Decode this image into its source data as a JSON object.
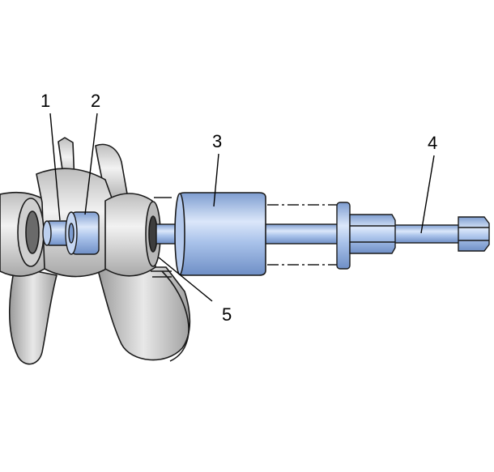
{
  "callouts": [
    {
      "id": "1",
      "label": "1"
    },
    {
      "id": "2",
      "label": "2"
    },
    {
      "id": "3",
      "label": "3"
    },
    {
      "id": "4",
      "label": "4"
    },
    {
      "id": "5",
      "label": "5"
    }
  ],
  "colors": {
    "tool_blue": "#a9c2ea",
    "tool_blue_dark": "#6f8fc6",
    "tool_blue_light": "#dbe7fa",
    "casting_gray": "#d9d9d9",
    "casting_gray_dark": "#8a8a8a",
    "casting_gray_light": "#f2f2f2",
    "outline": "#1a1a1a"
  }
}
